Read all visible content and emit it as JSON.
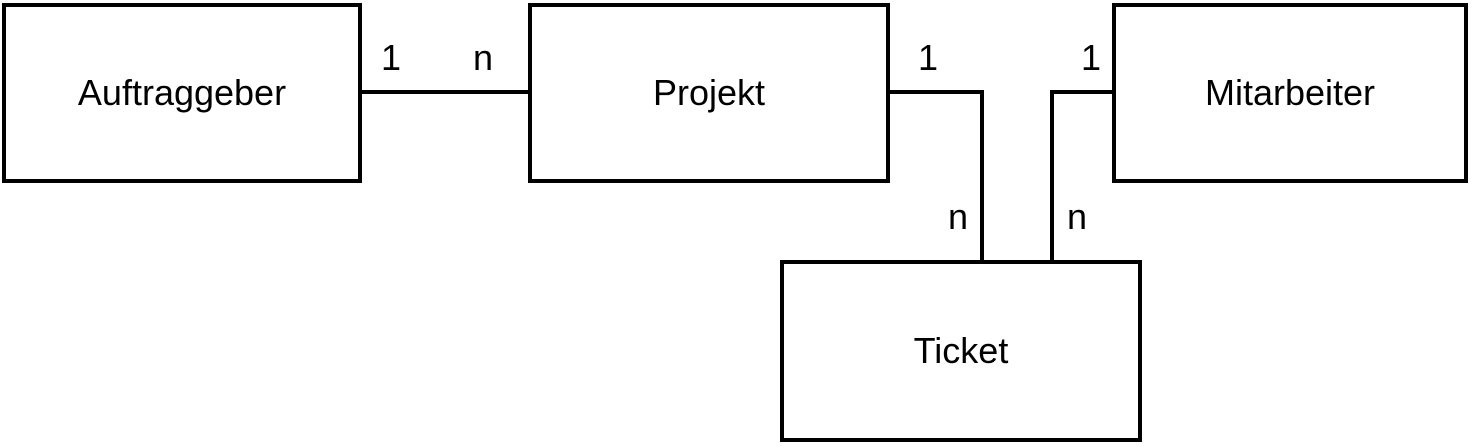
{
  "diagram": {
    "type": "entity-relationship",
    "colors": {
      "stroke": "#000000",
      "background": "#ffffff",
      "box_fill": "#ffffff",
      "text": "#000000"
    },
    "entities": [
      {
        "id": "auftraggeber",
        "label": "Auftraggeber"
      },
      {
        "id": "projekt",
        "label": "Projekt"
      },
      {
        "id": "mitarbeiter",
        "label": "Mitarbeiter"
      },
      {
        "id": "ticket",
        "label": "Ticket"
      }
    ],
    "relationships": [
      {
        "from": "Auftraggeber",
        "to": "Projekt",
        "from_cardinality": "1",
        "to_cardinality": "n"
      },
      {
        "from": "Projekt",
        "to": "Ticket",
        "from_cardinality": "1",
        "to_cardinality": "n"
      },
      {
        "from": "Mitarbeiter",
        "to": "Ticket",
        "from_cardinality": "1",
        "to_cardinality": "n"
      }
    ]
  }
}
